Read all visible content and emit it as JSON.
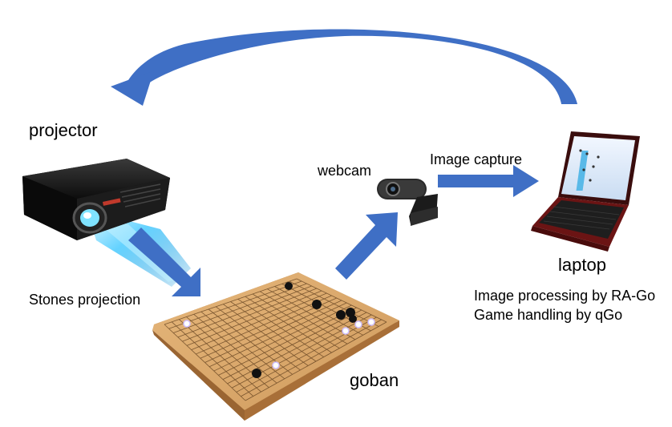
{
  "labels": {
    "projector": "projector",
    "webcam": "webcam",
    "image_capture": "Image capture",
    "laptop": "laptop",
    "processing_line1": "Image processing by RA-Go",
    "processing_line2": "Game handling by qGo",
    "stones_projection": "Stones projection",
    "goban": "goban"
  },
  "colors": {
    "arrow": "#3f6fc5",
    "board": "#d9a86b",
    "stone_black": "#111111",
    "stone_white": "#ffffff",
    "projector_body": "#1a1a1a",
    "beam": "#4fc4f5",
    "laptop_red": "#7a1a1a"
  }
}
